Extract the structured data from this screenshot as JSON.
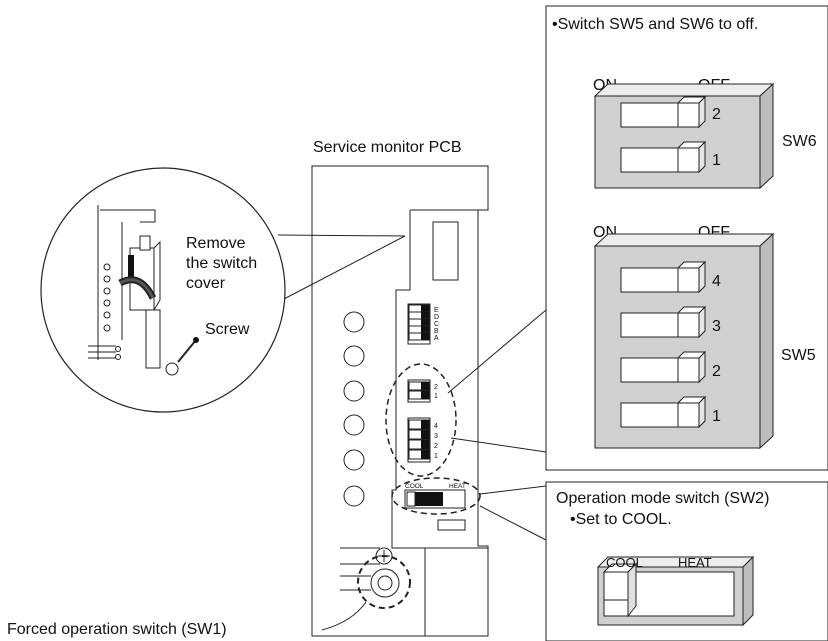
{
  "title": "Service monitor PCB",
  "switch_cover_callout": {
    "line1": "Remove",
    "line2": "the switch",
    "line3": "cover",
    "screw": "Screw"
  },
  "pcb": {
    "dip_letters": [
      "E",
      "D",
      "C",
      "B",
      "A"
    ],
    "sw6_numbers": [
      "2",
      "1"
    ],
    "sw5_numbers": [
      "4",
      "3",
      "2",
      "1"
    ],
    "mode_cool": "COOL",
    "mode_heat": "HEAT"
  },
  "forced_switch_label": "Forced operation switch (SW1)",
  "sw_panel": {
    "instruction": "•Switch SW5 and SW6 to off.",
    "sw6_on": "ON",
    "sw6_off": "OFF",
    "sw6_label": "SW6",
    "sw6_positions": [
      "2",
      "1"
    ],
    "sw5_on": "ON",
    "sw5_off": "OFF",
    "sw5_label": "SW5",
    "sw5_positions": [
      "4",
      "3",
      "2",
      "1"
    ]
  },
  "mode_panel": {
    "line1": "Operation mode switch (SW2)",
    "line2": "•Set to COOL.",
    "cool": "COOL",
    "heat": "HEAT"
  }
}
